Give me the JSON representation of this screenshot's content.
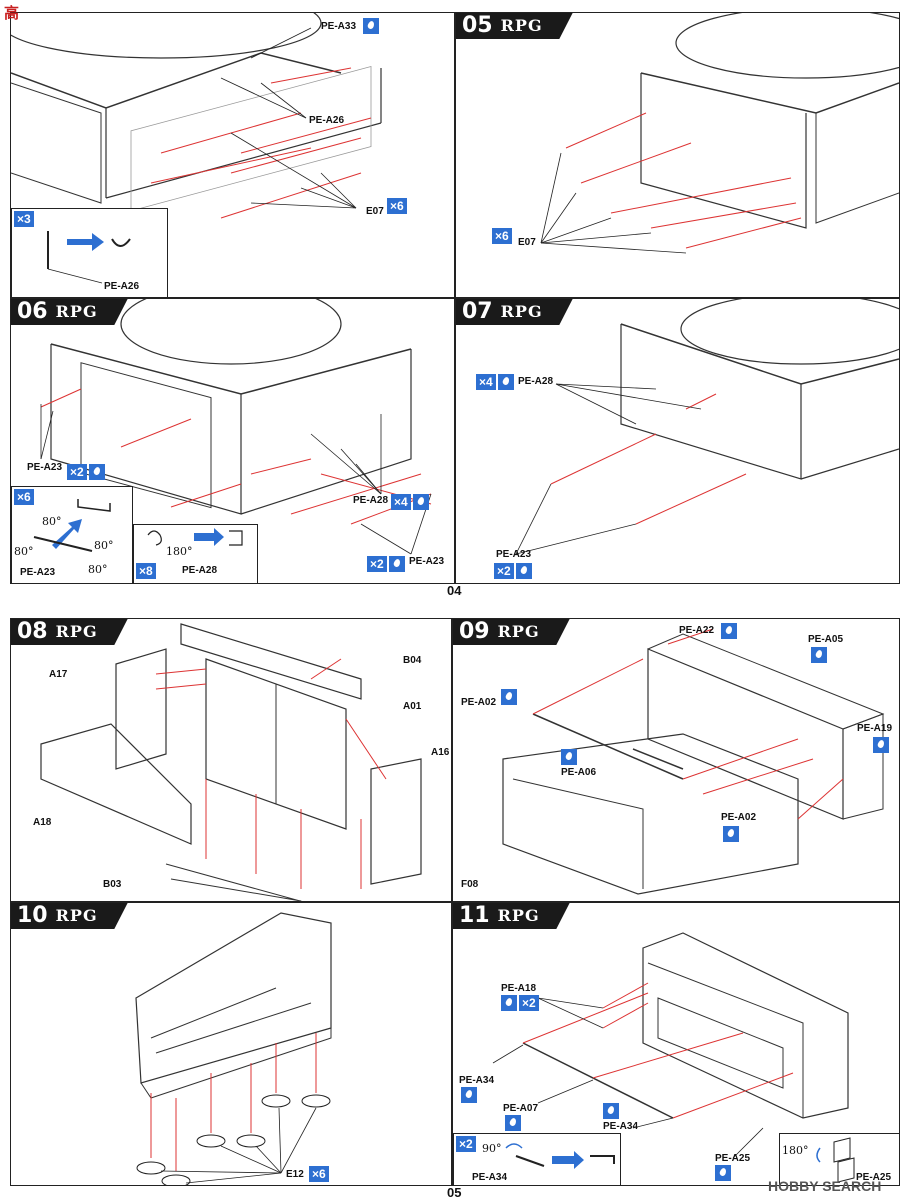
{
  "brand": "RPG",
  "watermark_top": "高",
  "watermark_bottom": "HOBBY SEARCH",
  "page_numbers": {
    "top": "04",
    "bottom": "05"
  },
  "steps": [
    {
      "id": "04",
      "number": "",
      "labels": [
        "PE-A33",
        "PE-A26",
        "E07",
        "PE-A26"
      ],
      "qty": [
        "×6",
        "×3"
      ]
    },
    {
      "id": "05",
      "number": "05",
      "labels": [
        "E07"
      ],
      "qty": [
        "×6"
      ]
    },
    {
      "id": "06",
      "number": "06",
      "labels": [
        "PE-A23",
        "PE-A28",
        "PE-A23",
        "PE-A23",
        "PE-A28"
      ],
      "qty": [
        "×2",
        "×4",
        "×2",
        "×6",
        "×8"
      ],
      "angles": [
        "80°",
        "80°",
        "80°",
        "80°",
        "180°"
      ]
    },
    {
      "id": "07",
      "number": "07",
      "labels": [
        "PE-A28",
        "PE-A23"
      ],
      "qty": [
        "×4",
        "×2"
      ]
    },
    {
      "id": "08",
      "number": "08",
      "labels": [
        "A17",
        "B04",
        "A01",
        "A16",
        "A18",
        "B03"
      ]
    },
    {
      "id": "09",
      "number": "09",
      "labels": [
        "PE-A22",
        "PE-A05",
        "PE-A02",
        "PE-A19",
        "PE-A06",
        "PE-A02",
        "F08"
      ]
    },
    {
      "id": "10",
      "number": "10",
      "labels": [
        "E12"
      ],
      "qty": [
        "×6"
      ]
    },
    {
      "id": "11",
      "number": "11",
      "labels": [
        "PE-A18",
        "PE-A34",
        "PE-A07",
        "PE-A34",
        "PE-A25",
        "PE-A34",
        "PE-A25"
      ],
      "qty": [
        "×2",
        "×2"
      ],
      "angles": [
        "90°",
        "180°"
      ]
    }
  ]
}
